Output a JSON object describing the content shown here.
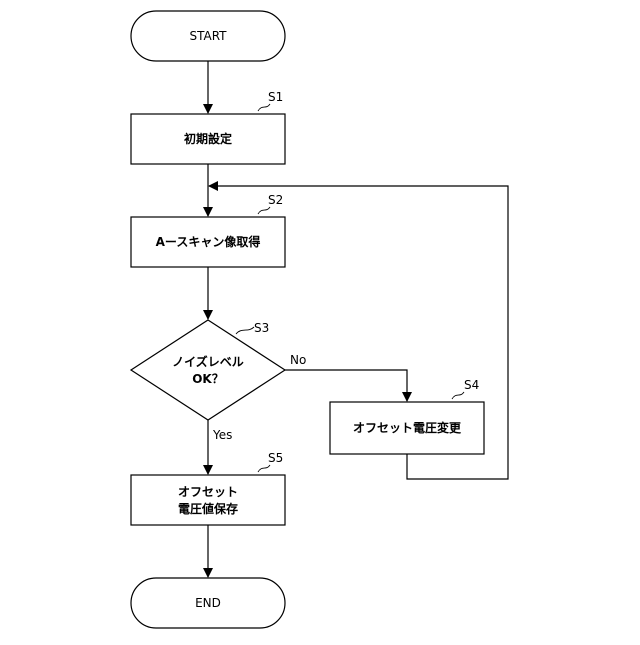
{
  "nodes": {
    "start": {
      "label": "START"
    },
    "s1": {
      "label": "初期設定",
      "step": "S1"
    },
    "s2": {
      "label": "Aースキャン像取得",
      "step": "S2"
    },
    "s3": {
      "lines": [
        "ノイズレベル",
        "OK？"
      ],
      "step": "S3"
    },
    "s4": {
      "label": "オフセット電圧変更",
      "step": "S4"
    },
    "s5": {
      "lines": [
        "オフセット",
        "電圧値保存"
      ],
      "step": "S5"
    },
    "end": {
      "label": "END"
    }
  },
  "edges": {
    "no": "No",
    "yes": "Yes"
  }
}
